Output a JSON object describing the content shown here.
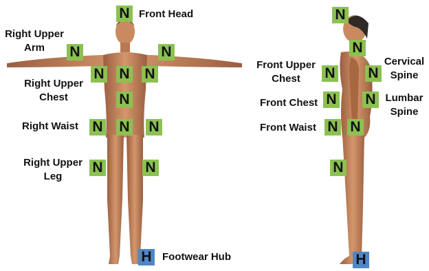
{
  "colors": {
    "node": "#8cc152",
    "hub": "#4f86c6",
    "skin": "#c98a62",
    "skin_dark": "#8a5236",
    "hair": "#2f2a26"
  },
  "icons": {
    "node": "N-square-badge",
    "hub": "H-square-badge"
  },
  "front_view": {
    "markers": [
      {
        "id": "front-head",
        "glyph": "N",
        "kind": "node"
      },
      {
        "id": "right-upper-arm",
        "glyph": "N",
        "kind": "node"
      },
      {
        "id": "left-upper-arm",
        "glyph": "N",
        "kind": "node"
      },
      {
        "id": "right-upper-chest",
        "glyph": "N",
        "kind": "node"
      },
      {
        "id": "center-upper-chest",
        "glyph": "N",
        "kind": "node"
      },
      {
        "id": "left-upper-chest",
        "glyph": "N",
        "kind": "node"
      },
      {
        "id": "chest",
        "glyph": "N",
        "kind": "node"
      },
      {
        "id": "right-waist",
        "glyph": "N",
        "kind": "node"
      },
      {
        "id": "center-waist",
        "glyph": "N",
        "kind": "node"
      },
      {
        "id": "left-waist",
        "glyph": "N",
        "kind": "node"
      },
      {
        "id": "right-upper-leg",
        "glyph": "N",
        "kind": "node"
      },
      {
        "id": "left-upper-leg",
        "glyph": "N",
        "kind": "node"
      },
      {
        "id": "footwear-hub",
        "glyph": "H",
        "kind": "hub"
      }
    ],
    "labels": {
      "front_head": "Front Head",
      "right_upper_arm": "Right Upper\nArm",
      "right_upper_chest": "Right Upper\nChest",
      "right_waist": "Right Waist",
      "right_upper_leg": "Right Upper\nLeg",
      "footwear_hub": "Footwear Hub"
    }
  },
  "side_view": {
    "markers": [
      {
        "id": "side-head",
        "glyph": "N",
        "kind": "node"
      },
      {
        "id": "cervical-spine",
        "glyph": "N",
        "kind": "node"
      },
      {
        "id": "front-upper-chest",
        "glyph": "N",
        "kind": "node"
      },
      {
        "id": "upper-back",
        "glyph": "N",
        "kind": "node"
      },
      {
        "id": "front-chest",
        "glyph": "N",
        "kind": "node"
      },
      {
        "id": "lumbar-spine",
        "glyph": "N",
        "kind": "node"
      },
      {
        "id": "front-waist",
        "glyph": "N",
        "kind": "node"
      },
      {
        "id": "side-waist",
        "glyph": "N",
        "kind": "node"
      },
      {
        "id": "side-upper-leg",
        "glyph": "N",
        "kind": "node"
      },
      {
        "id": "side-footwear-hub",
        "glyph": "H",
        "kind": "hub"
      }
    ],
    "labels": {
      "front_upper_chest": "Front Upper\nChest",
      "cervical_spine": "Cervical\nSpine",
      "front_chest": "Front Chest",
      "lumbar_spine": "Lumbar\nSpine",
      "front_waist": "Front Waist"
    }
  }
}
